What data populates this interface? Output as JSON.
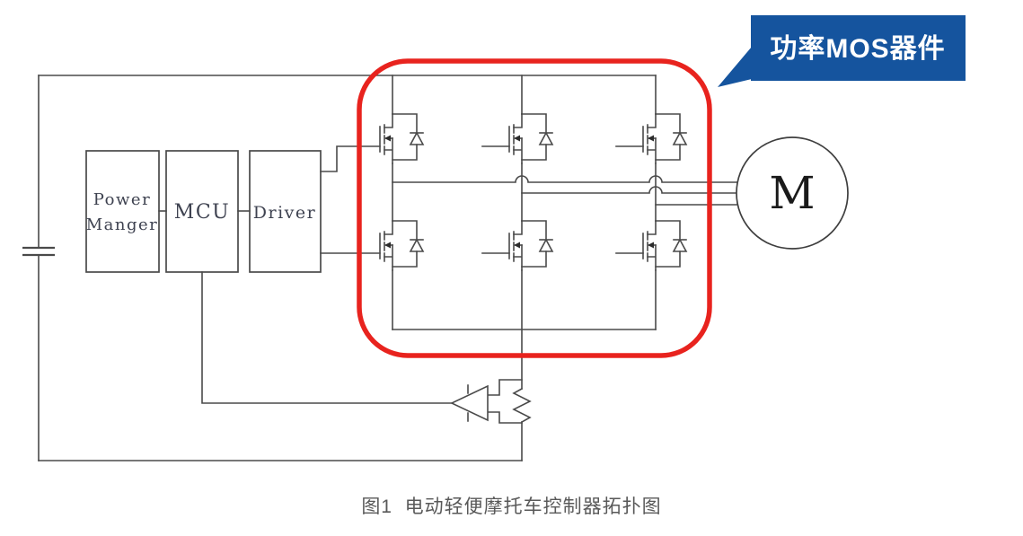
{
  "figure": {
    "caption": "图1  电动轻便摩托车控制器拓扑图",
    "callout_label": "功率MOS器件",
    "blocks": {
      "power_manager_line1": "Power",
      "power_manager_line2": "Manger",
      "mcu": "MCU",
      "driver": "Driver",
      "motor": "M"
    },
    "colors": {
      "wire": "#4a4a4a",
      "highlight_frame": "#e8231e",
      "callout_bg": "#15549e",
      "callout_text": "#ffffff",
      "caption_text": "#595959"
    }
  }
}
